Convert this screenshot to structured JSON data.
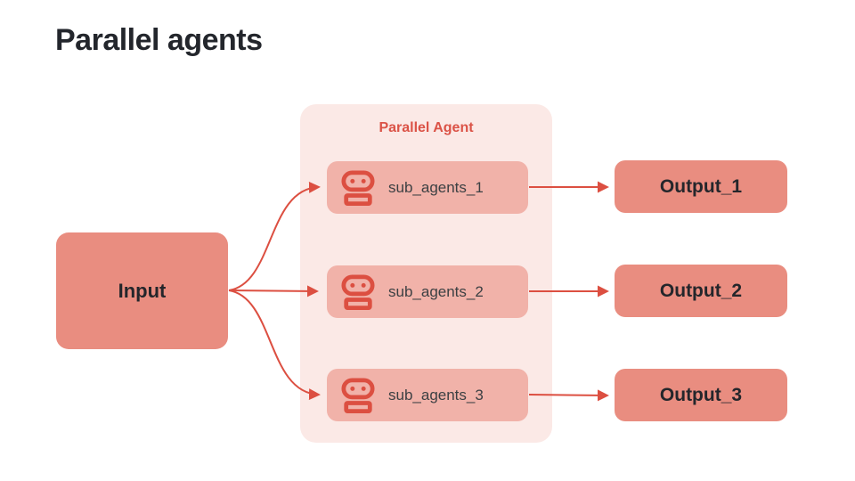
{
  "title": "Parallel agents",
  "diagram": {
    "input": {
      "label": "Input"
    },
    "group": {
      "label": "Parallel Agent"
    },
    "sub_agents": [
      {
        "label": "sub_agents_1",
        "icon": "robot-icon"
      },
      {
        "label": "sub_agents_2",
        "icon": "robot-icon"
      },
      {
        "label": "sub_agents_3",
        "icon": "robot-icon"
      }
    ],
    "outputs": [
      {
        "label": "Output_1"
      },
      {
        "label": "Output_2"
      },
      {
        "label": "Output_3"
      }
    ]
  },
  "colors": {
    "accent_red": "#dc4f41",
    "node_fill": "#e98d80",
    "sub_node_fill": "#f1b2a9",
    "group_fill": "#fbe9e6",
    "title_text": "#23262c",
    "sub_label_text": "#3c4043",
    "background": "#ffffff"
  }
}
